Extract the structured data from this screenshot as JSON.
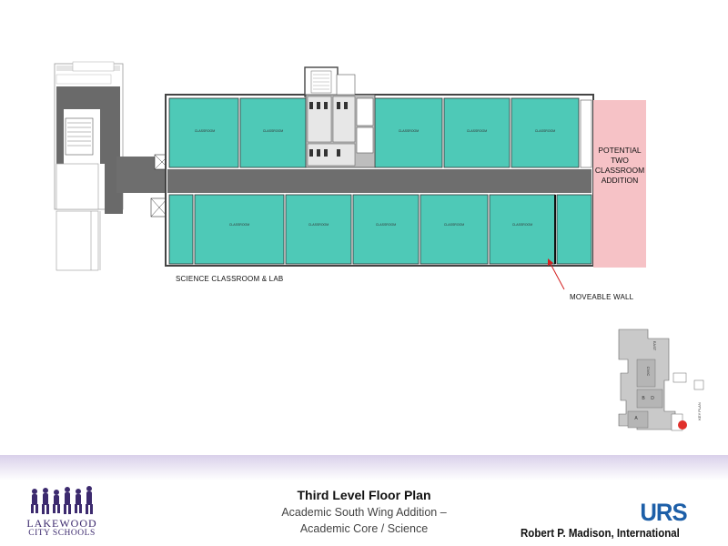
{
  "plan": {
    "addition_label": "POTENTIAL\nTWO\nCLASSROOM\nADDITION",
    "science_label": "SCIENCE CLASSROOM & LAB",
    "moveable_label": "MOVEABLE WALL",
    "classroom_label": "CLASSROOM",
    "colors": {
      "classroom": "#4ec9b7",
      "corridor": "#6e6e6e",
      "addition": "#f6c2c6",
      "arrow": "#d42020"
    }
  },
  "key_plan": {
    "east_label": "EAST",
    "civic_label": "CIVIC",
    "key_plan_label": "KEY PLAN",
    "letters": [
      "A",
      "B",
      "D"
    ]
  },
  "footer": {
    "title": "Third Level Floor Plan",
    "subtitle_line1": "Academic South Wing Addition –",
    "subtitle_line2": "Academic Core / Science",
    "org_line1": "LAKEWOOD",
    "org_line2": "CITY SCHOOLS",
    "logo_text": "URS",
    "firm": "Robert P. Madison, International",
    "band_color": "#d9d0ea"
  }
}
